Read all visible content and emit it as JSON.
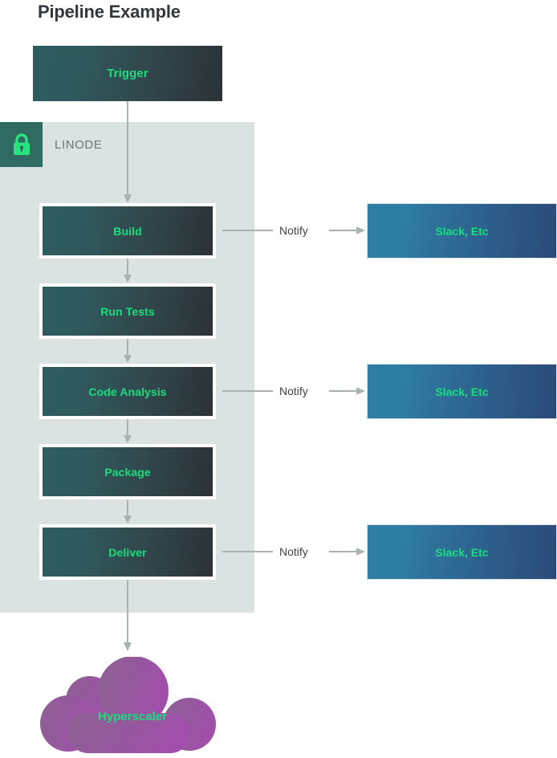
{
  "title": "Pipeline Example",
  "zone": {
    "label": "LINODE",
    "icon": "lock-icon",
    "badge_color": "#2f6a63",
    "icon_color": "#2ae37f",
    "background": "#dbe3e2"
  },
  "colors": {
    "accent_green": "#19e07f",
    "stage_gradient_from": "#2e5d60",
    "stage_gradient_to": "#2b3237",
    "notify_gradient_from": "#2e7ea3",
    "notify_gradient_to": "#2c4a78",
    "cloud_gradient_from": "#8d6192",
    "cloud_gradient_to": "#a24fab",
    "connector": "#a9b1b3",
    "title_color": "#32373c",
    "zone_label_color": "#6b7276"
  },
  "trigger": {
    "label": "Trigger"
  },
  "stages": [
    {
      "label": "Build",
      "notify": true
    },
    {
      "label": "Run Tests",
      "notify": false
    },
    {
      "label": "Code Analysis",
      "notify": true
    },
    {
      "label": "Package",
      "notify": false
    },
    {
      "label": "Deliver",
      "notify": true
    }
  ],
  "notify_edges": [
    {
      "label": "Notify",
      "target": "Slack, Etc"
    },
    {
      "label": "Notify",
      "target": "Slack, Etc"
    },
    {
      "label": "Notify",
      "target": "Slack, Etc"
    }
  ],
  "destination": {
    "label": "Hyperscaler"
  }
}
